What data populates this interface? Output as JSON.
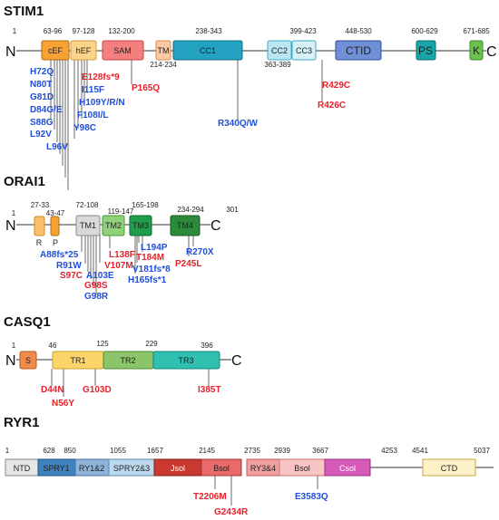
{
  "colors": {
    "red": "#e8212a",
    "blue": "#1f4fd8",
    "backbone": "#333333"
  },
  "proteins": [
    {
      "title": "STIM1",
      "n_term": "N",
      "c_term": "C",
      "start": "1",
      "domains": [
        {
          "label": "cEF",
          "range": "63-96"
        },
        {
          "label": "hEF",
          "range": "97-128"
        },
        {
          "label": "SAM",
          "range": "132-200"
        },
        {
          "label": "TM",
          "range": "214-234"
        },
        {
          "label": "CC1",
          "range": "238-343"
        },
        {
          "label": "CC2",
          "range": "363-389"
        },
        {
          "label": "CC3",
          "range": "399-423"
        },
        {
          "label": "CTID",
          "range": "448-530"
        },
        {
          "label": "PS",
          "range": "600-629"
        },
        {
          "label": "K",
          "range": "671-685"
        }
      ],
      "mutations": [
        {
          "label": "H72Q",
          "color": "blue"
        },
        {
          "label": "N80T",
          "color": "blue"
        },
        {
          "label": "G81D",
          "color": "blue"
        },
        {
          "label": "D84G/E",
          "color": "blue"
        },
        {
          "label": "S88G",
          "color": "blue"
        },
        {
          "label": "L92V",
          "color": "blue"
        },
        {
          "label": "L96V",
          "color": "blue"
        },
        {
          "label": "E128fs*9",
          "color": "red"
        },
        {
          "label": "I115F",
          "color": "blue"
        },
        {
          "label": "H109Y/R/N",
          "color": "blue"
        },
        {
          "label": "F108I/L",
          "color": "blue"
        },
        {
          "label": "Y98C",
          "color": "blue"
        },
        {
          "label": "P165Q",
          "color": "red"
        },
        {
          "label": "R340Q/W",
          "color": "blue"
        },
        {
          "label": "R429C",
          "color": "red"
        },
        {
          "label": "R426C",
          "color": "red"
        }
      ]
    },
    {
      "title": "ORAI1",
      "n_term": "N",
      "c_term": "C",
      "start": "1",
      "end": "301",
      "domains": [
        {
          "label": "R",
          "range": "27-33"
        },
        {
          "label": "P",
          "range": "43-47"
        },
        {
          "label": "TM1",
          "range": "72-108"
        },
        {
          "label": "TM2",
          "range": "119-147"
        },
        {
          "label": "TM3",
          "range": "165-198"
        },
        {
          "label": "TM4",
          "range": "234-294"
        }
      ],
      "mutations": [
        {
          "label": "A88fs*25",
          "color": "blue"
        },
        {
          "label": "R91W",
          "color": "blue"
        },
        {
          "label": "S97C",
          "color": "red"
        },
        {
          "label": "A103E",
          "color": "blue"
        },
        {
          "label": "G98S",
          "color": "red"
        },
        {
          "label": "G98R",
          "color": "blue"
        },
        {
          "label": "L138F",
          "color": "red"
        },
        {
          "label": "V107M",
          "color": "red"
        },
        {
          "label": "L194P",
          "color": "blue"
        },
        {
          "label": "T184M",
          "color": "red"
        },
        {
          "label": "V181fs*8",
          "color": "blue"
        },
        {
          "label": "H165fs*1",
          "color": "blue"
        },
        {
          "label": "R270X",
          "color": "blue"
        },
        {
          "label": "P245L",
          "color": "red"
        }
      ]
    },
    {
      "title": "CASQ1",
      "n_term": "N",
      "c_term": "C",
      "start": "1",
      "domains": [
        {
          "label": "S",
          "range": ""
        },
        {
          "label": "TR1",
          "range": "46"
        },
        {
          "label": "TR2",
          "range": "125"
        },
        {
          "label": "TR3",
          "range": "229"
        }
      ],
      "end": "396",
      "mutations": [
        {
          "label": "D44N",
          "color": "red"
        },
        {
          "label": "N56Y",
          "color": "red"
        },
        {
          "label": "G103D",
          "color": "red"
        },
        {
          "label": "I385T",
          "color": "red"
        }
      ]
    },
    {
      "title": "RYR1",
      "domains": [
        {
          "label": "NTD",
          "range": "1"
        },
        {
          "label": "SPRY1",
          "range": "628"
        },
        {
          "label": "RY1&2",
          "range": "850"
        },
        {
          "label": "SPRY2&3",
          "range": "1055"
        },
        {
          "label": "Jsol",
          "range": "1657"
        },
        {
          "label": "Bsol",
          "range": "2145"
        },
        {
          "label": "RY3&4",
          "range": "2735"
        },
        {
          "label": "Bsol",
          "range": "2939"
        },
        {
          "label": "Csol",
          "range": "3667"
        },
        {
          "label": "CTD",
          "range": "4541"
        }
      ],
      "extra_numbers": [
        "4253",
        "5037"
      ],
      "mutations": [
        {
          "label": "T2206M",
          "color": "red"
        },
        {
          "label": "G2434R",
          "color": "red"
        },
        {
          "label": "E3583Q",
          "color": "blue"
        }
      ]
    }
  ]
}
